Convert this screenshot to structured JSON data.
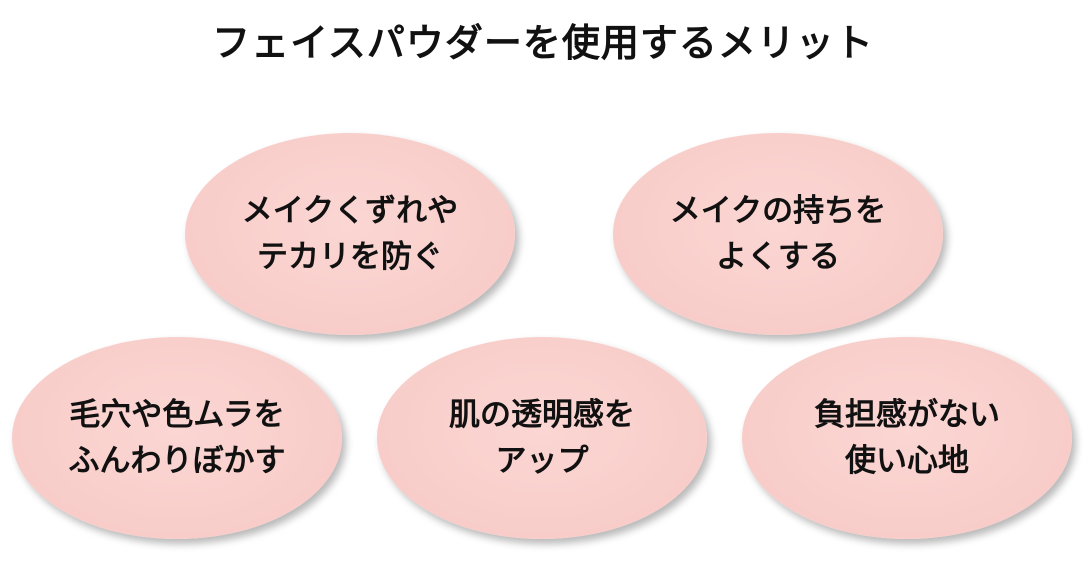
{
  "title": "フェイスパウダーを使用するメリット",
  "benefits": [
    {
      "line1": "メイクくずれや",
      "line2": "テカリを防ぐ"
    },
    {
      "line1": "メイクの持ちを",
      "line2": "よくする"
    },
    {
      "line1": "毛穴や色ムラを",
      "line2": "ふんわりぼかす"
    },
    {
      "line1": "肌の透明感を",
      "line2": "アップ"
    },
    {
      "line1": "負担感がない",
      "line2": "使い心地"
    }
  ],
  "colors": {
    "bubble_fill": "#f8cdc9",
    "text": "#111111",
    "background": "#ffffff"
  }
}
